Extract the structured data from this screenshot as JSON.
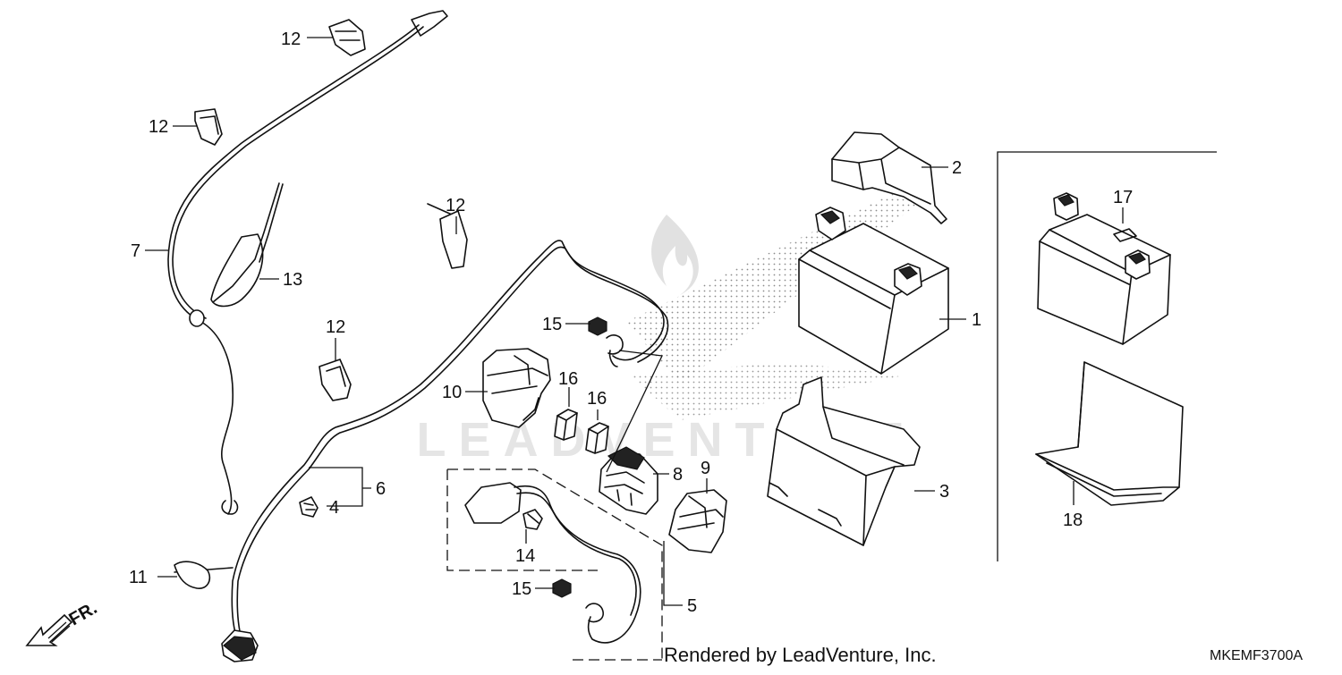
{
  "diagram": {
    "diagram_code": "MKEMF3700A",
    "credit": "Rendered by LeadVenture, Inc.",
    "direction_label": "FR.",
    "watermark_text": "LEADVENTURE",
    "callouts": {
      "c1": "1",
      "c2": "2",
      "c3": "3",
      "c4": "4",
      "c5": "5",
      "c6": "6",
      "c7": "7",
      "c8": "8",
      "c9": "9",
      "c10": "10",
      "c11": "11",
      "c12a": "12",
      "c12b": "12",
      "c12c": "12",
      "c12d": "12",
      "c13": "13",
      "c14": "14",
      "c15a": "15",
      "c15b": "15",
      "c16a": "16",
      "c16b": "16",
      "c17": "17",
      "c18": "18"
    }
  }
}
